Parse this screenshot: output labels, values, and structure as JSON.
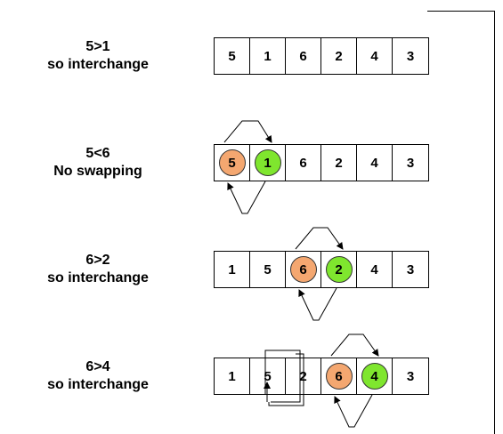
{
  "rows": [
    {
      "line1": "5>1",
      "line2": "so interchange",
      "cells": [
        "5",
        "1",
        "6",
        "2",
        "4",
        "3"
      ]
    },
    {
      "line1": "5<6",
      "line2": "No swapping",
      "cells": [
        "5",
        "1",
        "6",
        "2",
        "4",
        "3"
      ]
    },
    {
      "line1": "6>2",
      "line2": "so interchange",
      "cells": [
        "1",
        "5",
        "6",
        "2",
        "4",
        "3"
      ]
    },
    {
      "line1": "6>4",
      "line2": "so interchange",
      "cells": [
        "1",
        "5",
        "2",
        "6",
        "4",
        "3"
      ]
    }
  ],
  "colors": {
    "compare_left": "#f4a770",
    "compare_right": "#7fe62e"
  }
}
